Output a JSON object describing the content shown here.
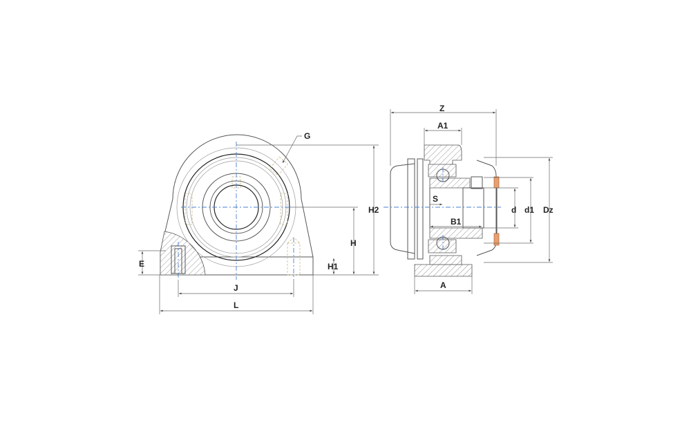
{
  "drawing": {
    "front_view": {
      "labels": {
        "G": "G",
        "H2": "H2",
        "H": "H",
        "H1": "H1",
        "E": "E",
        "J": "J",
        "L": "L"
      }
    },
    "side_view": {
      "labels": {
        "Z": "Z",
        "A1": "A1",
        "S": "S",
        "B1": "B1",
        "d": "d",
        "d1": "d1",
        "Dz": "Dz",
        "A": "A"
      }
    },
    "colors": {
      "centerline": "#4a7fd0",
      "seal": "#e8a070",
      "outline": "#555555"
    }
  }
}
